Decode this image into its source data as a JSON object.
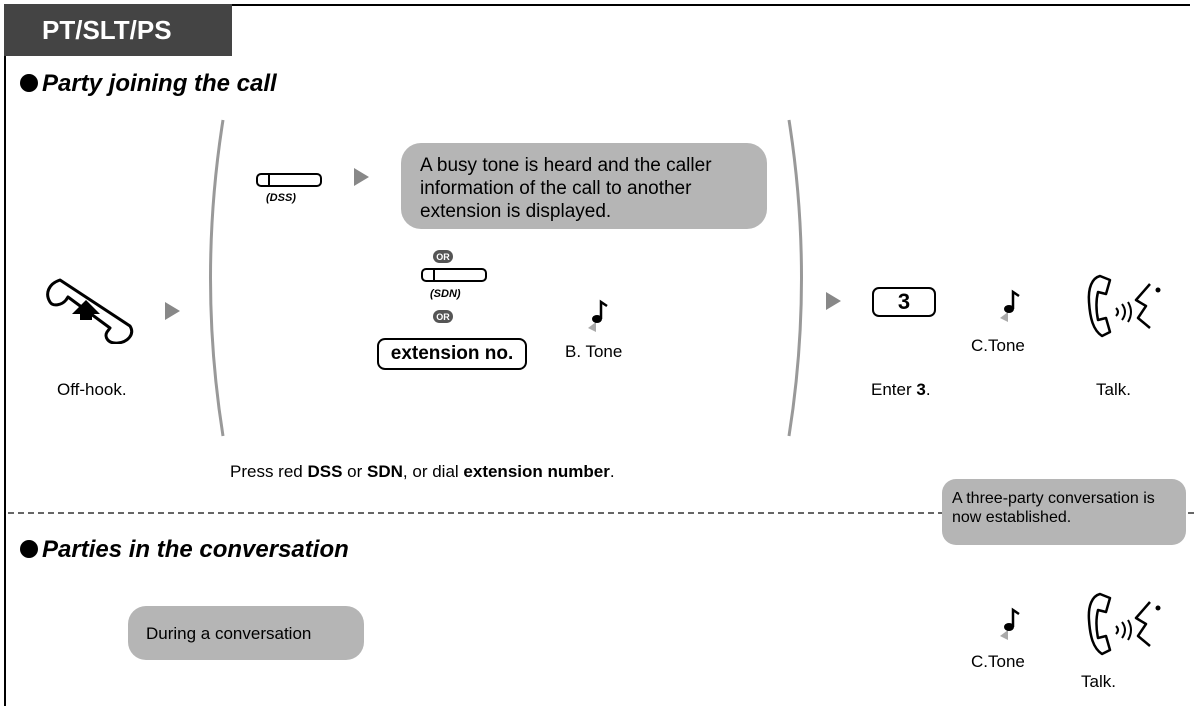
{
  "header": {
    "tab_label": "PT/SLT/PS"
  },
  "section1": {
    "title": "Party joining the call",
    "off_hook_label": "Off-hook.",
    "dss_label": "(DSS)",
    "sdn_label": "(SDN)",
    "or_label": "OR",
    "busy_bubble": "A busy tone is heard and the caller information of the call to another extension is displayed.",
    "extension_button": "extension no.",
    "b_tone_label": "B. Tone",
    "key_3": "3",
    "enter_prefix": "Enter ",
    "enter_bold": "3",
    "enter_suffix": ".",
    "c_tone_label": "C.Tone",
    "talk_label": "Talk.",
    "instruction": {
      "p1": "Press red ",
      "b1": "DSS",
      "p2": " or ",
      "b2": "SDN",
      "p3": ", or dial ",
      "b3": "extension number",
      "p4": "."
    },
    "established_bubble": "A three-party conversation is now established."
  },
  "section2": {
    "title": "Parties in the conversation",
    "during_bubble": "During a conversation",
    "c_tone_label": "C.Tone",
    "talk_label": "Talk."
  },
  "colors": {
    "tab_bg": "#444444",
    "bubble_bg": "#b5b5b5",
    "arrow": "#888888"
  }
}
